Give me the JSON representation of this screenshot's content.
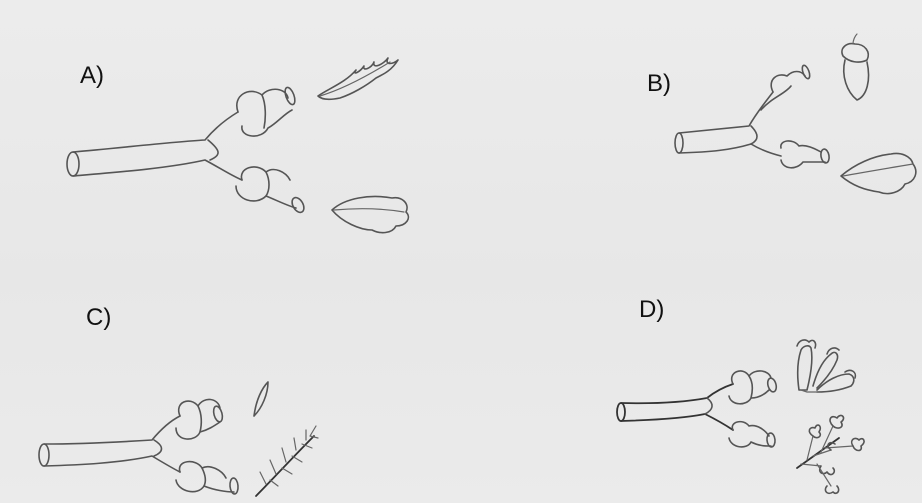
{
  "options": [
    {
      "id": "a",
      "label": "A)"
    },
    {
      "id": "b",
      "label": "B)"
    },
    {
      "id": "c",
      "label": "C)"
    },
    {
      "id": "d",
      "label": "D)"
    }
  ]
}
